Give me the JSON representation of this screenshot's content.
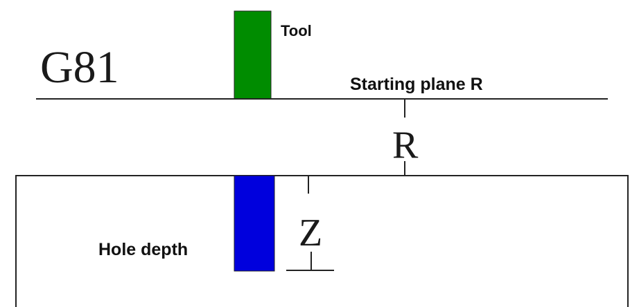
{
  "diagram": {
    "cycle_code": "G81",
    "tool_label": "Tool",
    "starting_plane_label": "Starting plane R",
    "r_label": "R",
    "z_label": "Z",
    "hole_depth_label": "Hole depth"
  },
  "colors": {
    "tool": "#008c00",
    "hole": "#0000dd",
    "lines": "#222222",
    "background": "#ffffff"
  }
}
